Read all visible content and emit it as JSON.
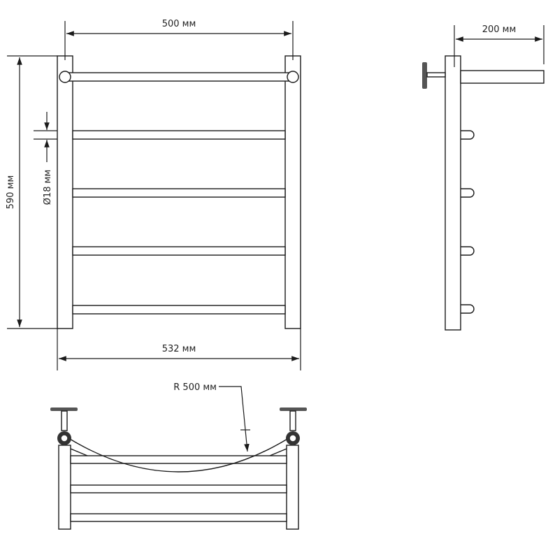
{
  "labels": {
    "width_top": "500 мм",
    "height": "590 мм",
    "diameter": "Ø18 мм",
    "width_total": "532 мм",
    "depth": "200 мм",
    "radius": "R 500 мм"
  },
  "colors": {
    "line": "#1a1a1a",
    "background": "#ffffff"
  }
}
